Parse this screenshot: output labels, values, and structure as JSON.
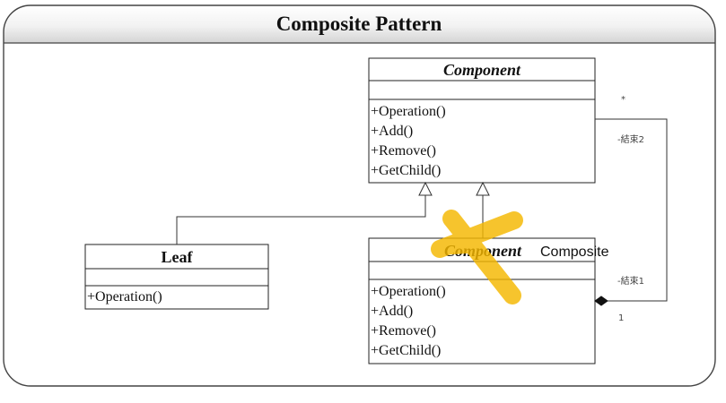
{
  "frame": {
    "title": "Composite Pattern"
  },
  "component_class": {
    "name": "Component",
    "operations": [
      "+Operation()",
      "+Add()",
      "+Remove()",
      "+GetChild()"
    ]
  },
  "leaf_class": {
    "name": "Leaf",
    "operations": [
      "+Operation()"
    ]
  },
  "composite_class": {
    "name": "Component",
    "annotation": "Composite",
    "operations": [
      "+Operation()",
      "+Add()",
      "+Remove()",
      "+GetChild()"
    ]
  },
  "association": {
    "end2_multiplicity": "*",
    "end2_label": "-結束2",
    "end1_label": "-結束1",
    "end1_multiplicity": "1"
  },
  "colors": {
    "cross_mark": "#f5b800",
    "line": "#333333"
  }
}
